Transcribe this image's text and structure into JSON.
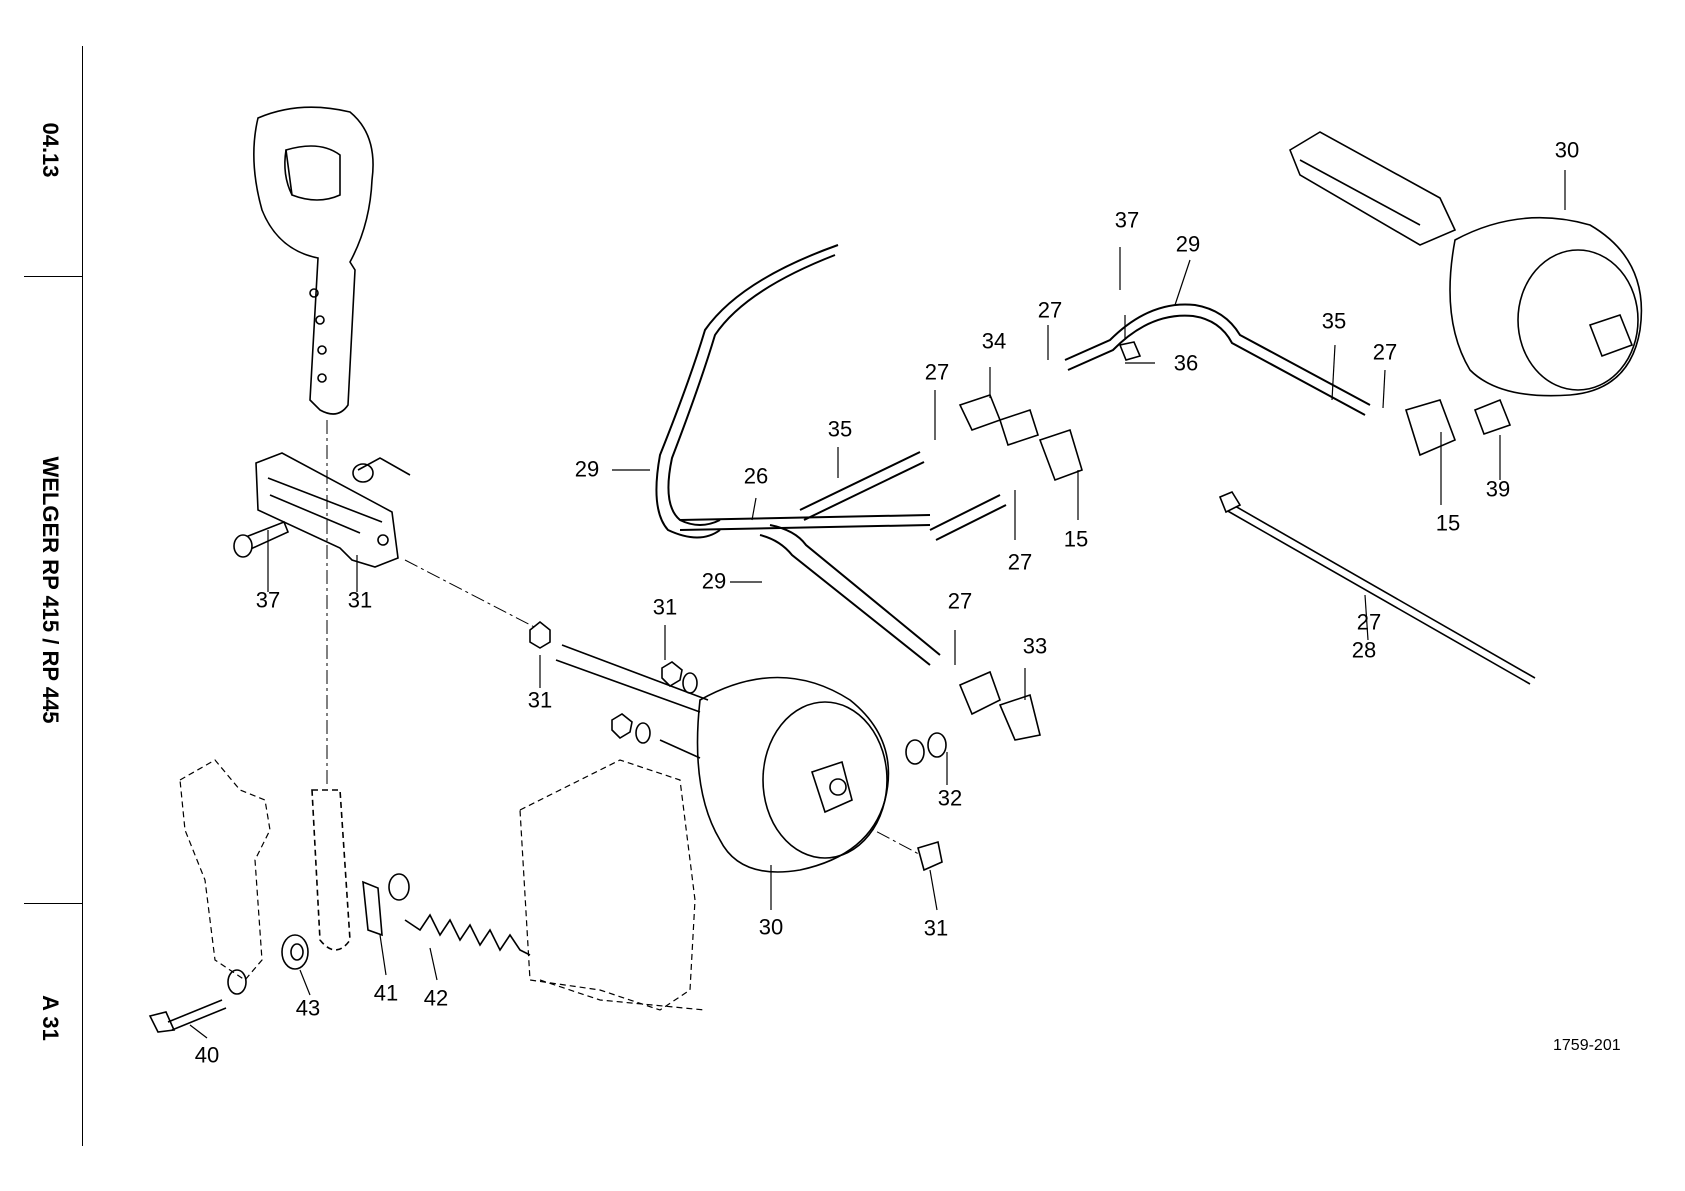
{
  "sidebar": {
    "date": "04.13",
    "model": "WELGER RP 415 / RP 445",
    "page": "A 31"
  },
  "drawing_number": "1759-201",
  "parts": [
    {
      "id": "p-37a",
      "label": "37"
    },
    {
      "id": "p-31a",
      "label": "31"
    },
    {
      "id": "p-31b",
      "label": "31"
    },
    {
      "id": "p-31c",
      "label": "31"
    },
    {
      "id": "p-30a",
      "label": "30"
    },
    {
      "id": "p-31d",
      "label": "31"
    },
    {
      "id": "p-32",
      "label": "32"
    },
    {
      "id": "p-33",
      "label": "33"
    },
    {
      "id": "p-27a",
      "label": "27"
    },
    {
      "id": "p-29a",
      "label": "29"
    },
    {
      "id": "p-26",
      "label": "26"
    },
    {
      "id": "p-29b",
      "label": "29"
    },
    {
      "id": "p-35a",
      "label": "35"
    },
    {
      "id": "p-27b",
      "label": "27"
    },
    {
      "id": "p-34",
      "label": "34"
    },
    {
      "id": "p-27c",
      "label": "27"
    },
    {
      "id": "p-15a",
      "label": "15"
    },
    {
      "id": "p-27d",
      "label": "27"
    },
    {
      "id": "p-37b",
      "label": "37"
    },
    {
      "id": "p-29c",
      "label": "29"
    },
    {
      "id": "p-36",
      "label": "36"
    },
    {
      "id": "p-27e",
      "label": "27"
    },
    {
      "id": "p-35b",
      "label": "35"
    },
    {
      "id": "p-27f",
      "label": "27"
    },
    {
      "id": "p-15b",
      "label": "15"
    },
    {
      "id": "p-39",
      "label": "39"
    },
    {
      "id": "p-30b",
      "label": "30"
    },
    {
      "id": "p-28",
      "label": "28"
    },
    {
      "id": "p-40",
      "label": "40"
    },
    {
      "id": "p-43",
      "label": "43"
    },
    {
      "id": "p-41",
      "label": "41"
    },
    {
      "id": "p-42",
      "label": "42"
    }
  ]
}
